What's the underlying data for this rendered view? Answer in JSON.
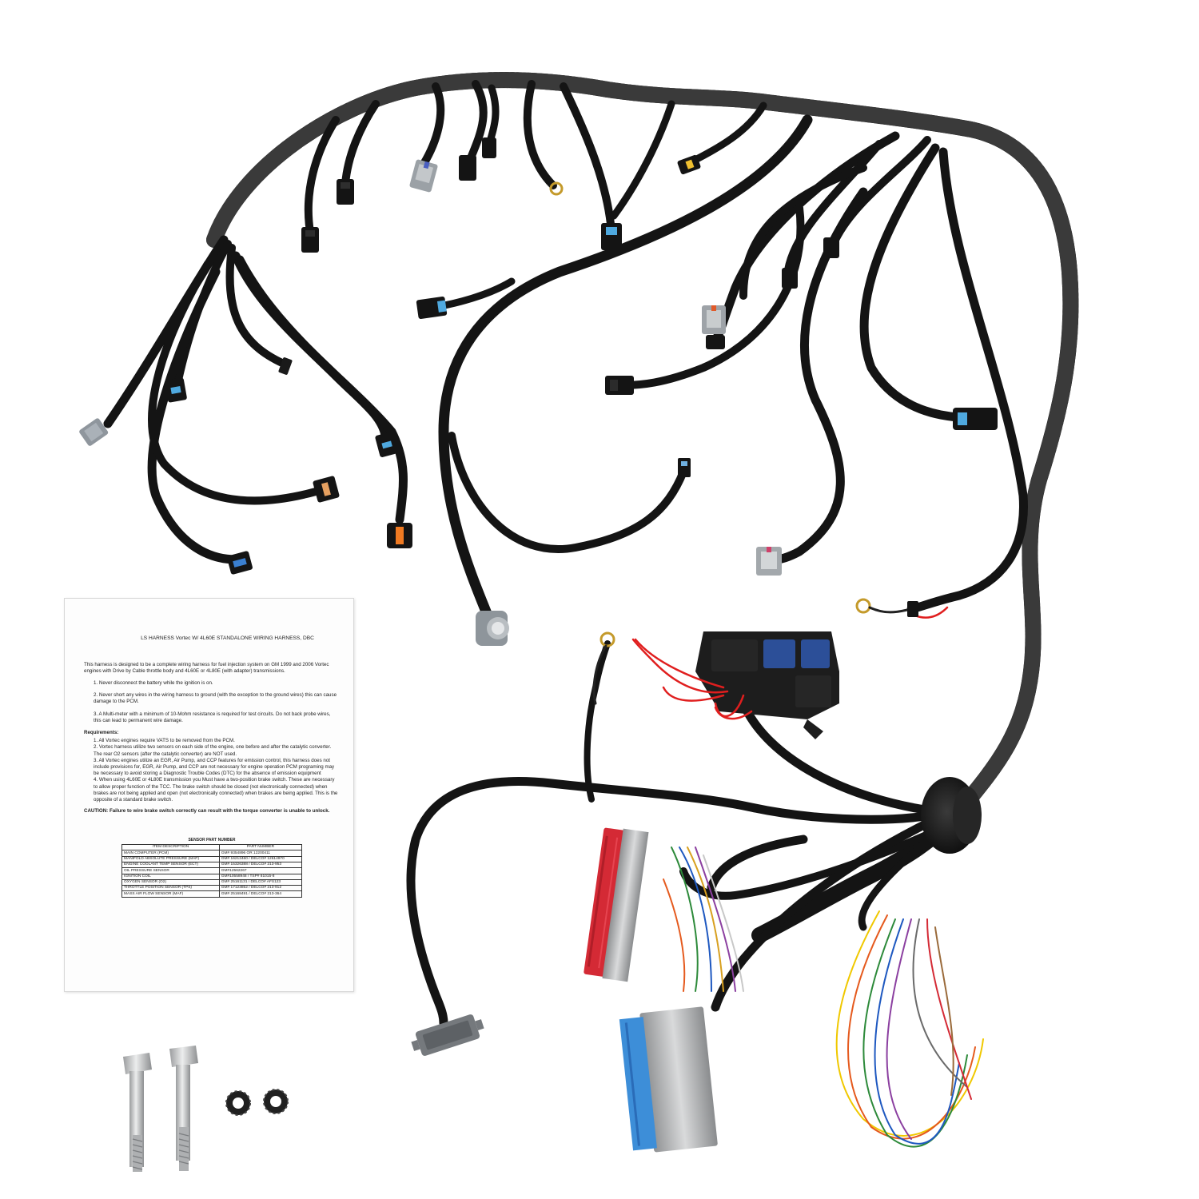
{
  "instruction_sheet": {
    "title": "LS HARNESS Vortec W/ 4L60E STANDALONE WIRING HARNESS, DBC",
    "intro": "This harness is designed to be a complete wiring harness for fuel injection system on GM 1999 and 2006 Vortec engines with Drive by Cable throttle body and 4L60E or 4L80E (with adapter) transmissions.",
    "notes": [
      "1. Never disconnect the battery while the ignition is on.",
      "2. Never short any wires in the wiring harness to ground (with the exception to the ground wires) this can cause damage to the PCM.",
      "3. A Multi-meter with a minimum of 10-Mohm resistance is required for test circuits. Do not back probe wires, this can lead to permanent wire damage."
    ],
    "requirements_heading": "Requirements:",
    "requirements": [
      "1. All Vortec engines require VATS to be removed from the PCM.",
      "2. Vortec harness utilize two sensors on each side of the engine, one before and after the catalytic converter. The rear O2 sensors (after the catalytic converter) are NOT used.",
      "3. All Vortec engines utilize an EGR, Air Pump, and CCP features for emission control, this harness does not include provisions for, EGR, Air Pump, and CCP are not necessary for engine operation PCM programing may be necessary to avoid storing a Diagnostic Trouble Codes (DTC) for the absence of emission equipment",
      "4. When using 4L60E or 4L80E transmission you Must have a two-position brake switch. These are necessary to allow proper function of the TCC. The brake switch should be closed (not electronically connected) when brakes are not being applied and open (not electronically connected) when brakes are being applied. This is the opposite of a standard brake switch."
    ],
    "caution": "CAUTION: Failure to wire brake switch correctly can result with the torque converter is unable to unlock.",
    "table": {
      "caption": "SENSOR PART NUMBER",
      "headers": [
        "ITEM DESCRIPTION",
        "PART NUMBER"
      ],
      "rows": [
        [
          "MAIN COMPUTER (PCM)",
          "GM# 9354896 OR 12200411"
        ],
        [
          "MANIFOLD ABSOLUTE PRESSURE (MAP)",
          "GM# 16212460 / DELCO# 12614970"
        ],
        [
          "ENGINE COOLANT TEMP SENSOR (ECT)",
          "GM# 15326388 / DELCO# 213-953"
        ],
        [
          "OIL PRESSURE SENSOR",
          "GM#12562267"
        ],
        [
          "IGNITION COIL",
          "GM#10558948 / TSP# 81015-8"
        ],
        [
          "OXYGEN SENSOR (O2)",
          "GM# 25161131 / DELCO# AFS123"
        ],
        [
          "THROTTLE POSITION SENSOR (TPS)",
          "GM# 17123852 / DELCO# 213-912"
        ],
        [
          "MASS AIR FLOW SENSOR (MAF)",
          "GM# 25168491 / DELCO# 213-364"
        ]
      ]
    }
  },
  "colors": {
    "loom": "#141414",
    "pcm_connector_red": "#d42a35",
    "pcm_connector_blue": "#3d8ed8",
    "relay_blue": "#2c4f98",
    "lock_tab_blue": "#4fa9df",
    "lock_tab_orange": "#f07a22",
    "bracket_silver": "#b9bbbd",
    "grommet": "#1c1c1c"
  },
  "objects": {
    "harness": "engine-wiring-harness",
    "pcm_connectors": [
      "pcm-connector-red",
      "pcm-connector-blue"
    ],
    "fuse_relay_block": "fuse-relay-block",
    "obd_connector": "obd-diagnostic-connector",
    "maf_connector": "maf-sensor-connector",
    "bolts": 2,
    "star_washers": 2
  }
}
